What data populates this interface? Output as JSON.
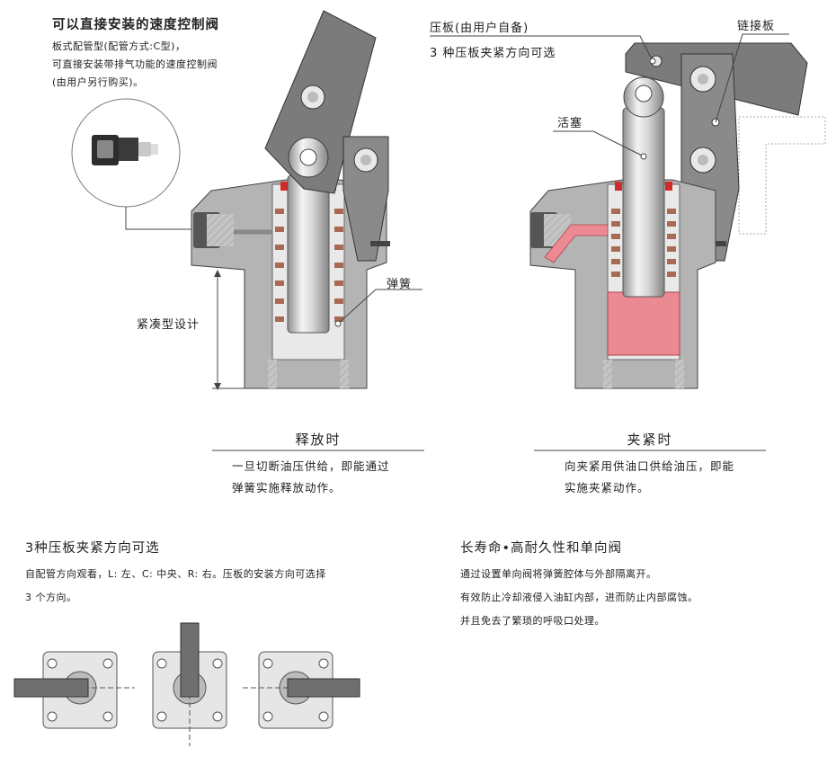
{
  "valve": {
    "title": "可以直接安装的速度控制阀",
    "lines": [
      "板式配管型(配管方式:C型)，",
      "可直接安装带排气功能的速度控制阀",
      "(由用户另行购买)。"
    ]
  },
  "callouts": {
    "spring": "弹簧",
    "compact": "紧凑型设计",
    "pressure_plate": "压板(由用户自备)",
    "clamp_dirs": "3 种压板夹紧方向可选",
    "link_plate": "链接板",
    "piston": "活塞"
  },
  "release": {
    "title": "释放时",
    "lines": [
      "一旦切断油压供给，即能通过",
      "弹簧实施释放动作。"
    ]
  },
  "clamp": {
    "title": "夹紧时",
    "lines": [
      "向夹紧用供油口供给油压，即能",
      "实施夹紧动作。"
    ]
  },
  "directions": {
    "title": "3种压板夹紧方向可选",
    "lines": [
      "自配管方向观看，L: 左、C: 中央、R: 右。压板的安装方向可选择",
      "3 个方向。"
    ]
  },
  "longlife": {
    "title": "长寿命•高耐久性和单向阀",
    "lines": [
      "通过设置单向阀将弹簧腔体与外部隔离开。",
      "有效防止冷却液侵入油缸内部，进而防止内部腐蚀。",
      "并且免去了繁琐的呼吸口处理。"
    ]
  },
  "colors": {
    "body": "#b4b4b4",
    "arm": "#7b7b7b",
    "oil": "#ec8a94",
    "spring": "#a86a52"
  }
}
